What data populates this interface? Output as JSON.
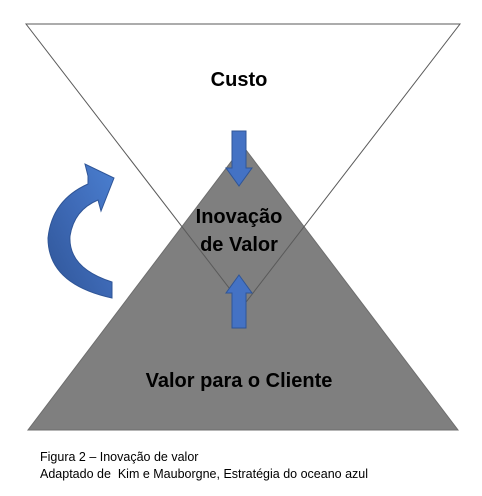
{
  "diagram": {
    "top_label": "Custo",
    "center_label_line1": "Inovação",
    "center_label_line2": "de Valor",
    "bottom_label": "Valor para o Cliente",
    "shapes": {
      "inverted_triangle": "inverted-triangle",
      "pyramid": "pyramid",
      "down_arrow": "down-arrow-icon",
      "up_arrow": "up-arrow-icon",
      "curved_arrow": "curved-arrow-icon"
    },
    "colors": {
      "pyramid_fill": "#7f7f7f",
      "triangle_stroke": "#5a5a5a",
      "arrow_fill": "#4472c4",
      "arrow_stroke": "#2f5597"
    }
  },
  "caption": {
    "line1": "Figura 2 – Inovação de valor",
    "line2": "Adaptado de  Kim e Mauborgne, Estratégia do oceano azul"
  }
}
